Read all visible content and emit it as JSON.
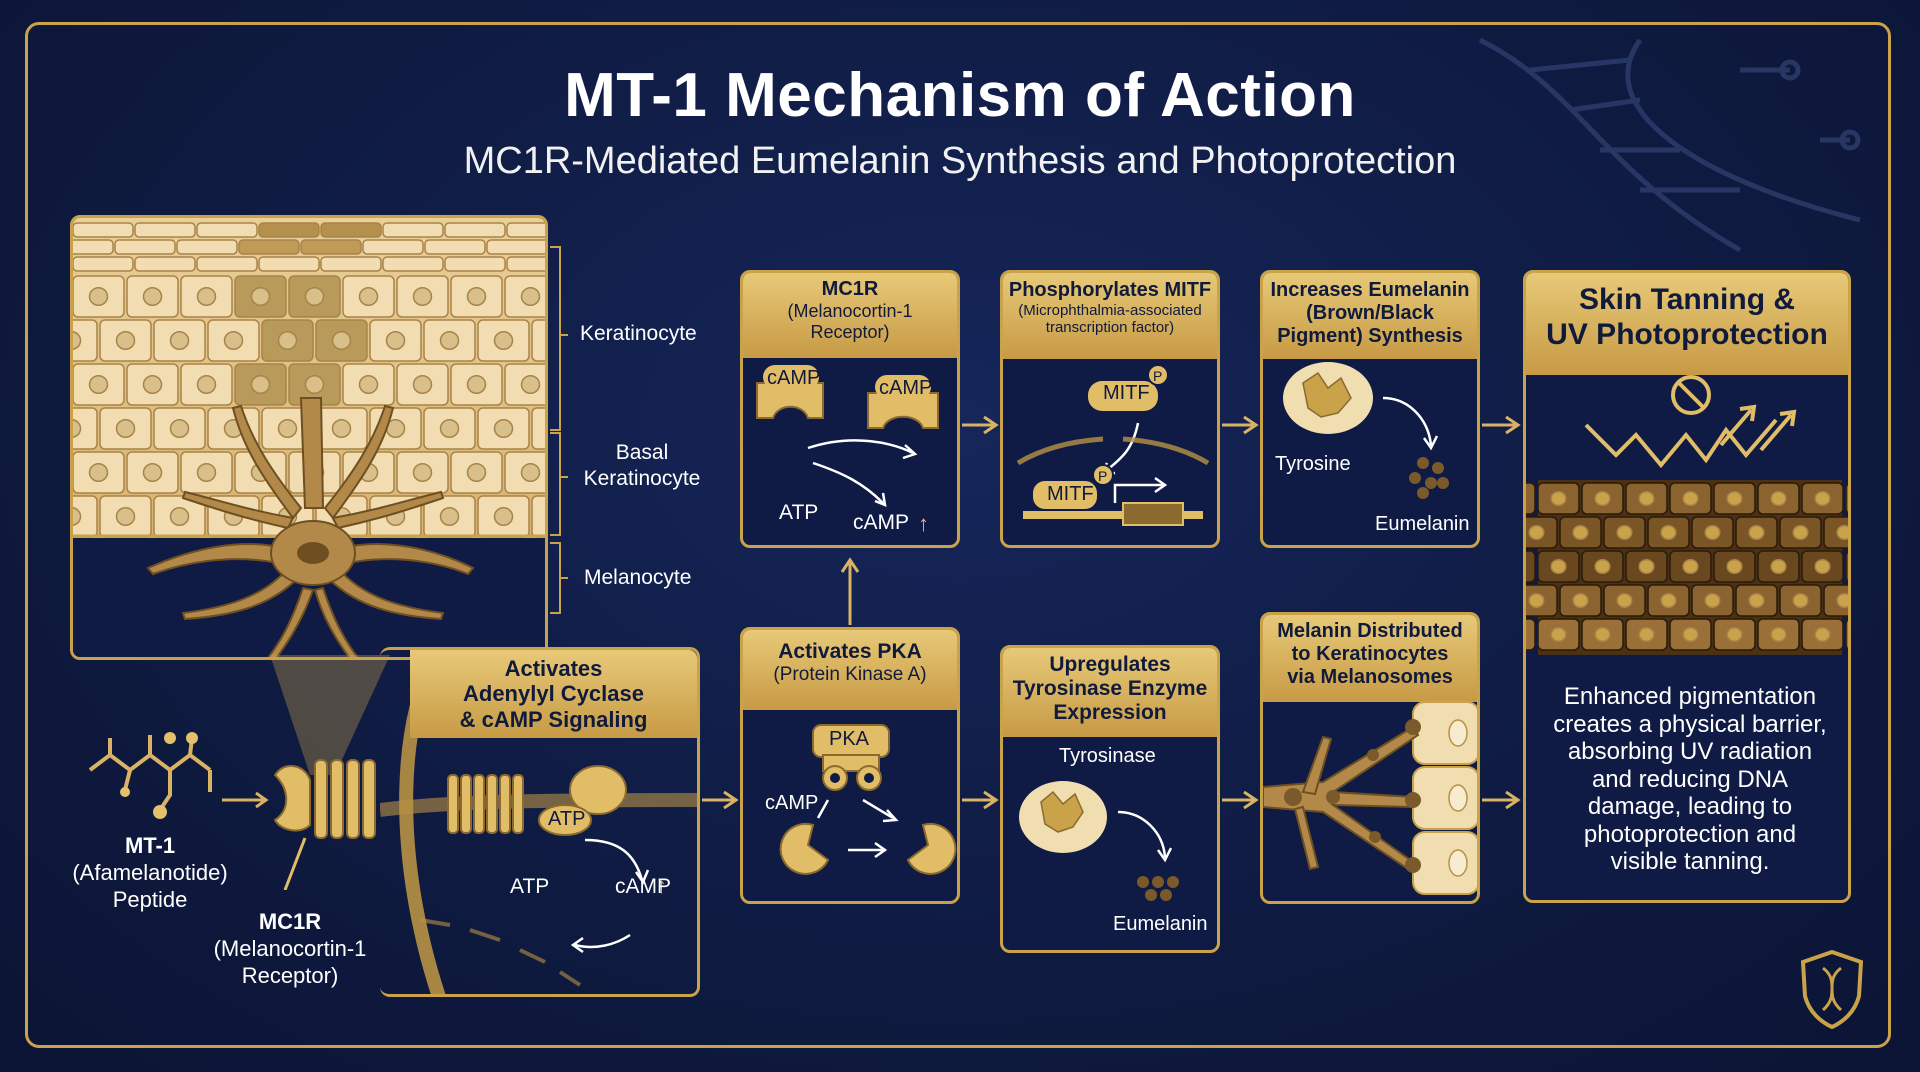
{
  "title": "MT-1 Mechanism of Action",
  "subtitle": "MC1R-Mediated Eumelanin Synthesis and Photoprotection",
  "skin_labels": {
    "keratinocyte": "Keratinocyte",
    "basal_line1": "Basal",
    "basal_line2": "Keratinocyte",
    "melanocyte": "Melanocyte"
  },
  "peptide": {
    "name": "MT-1",
    "line2": "(Afamelanotide)",
    "line3": "Peptide"
  },
  "receptor_label": {
    "name": "MC1R",
    "line2": "(Melanocortin-1",
    "line3": "Receptor)"
  },
  "panel_adenylyl": {
    "title1": "Activates",
    "title2": "Adenylyl Cyclase",
    "title3": "& cAMP Signaling",
    "atp_badge": "ATP",
    "atp": "ATP",
    "camp": "cAMP"
  },
  "panel_mc1r": {
    "title1": "MC1R",
    "title2": "(Melanocortin-1",
    "title3": "Receptor)",
    "camp_a": "cAMP",
    "camp_b": "cAMP",
    "atp": "ATP",
    "camp_up": "cAMP"
  },
  "panel_pka": {
    "title1": "Activates PKA",
    "title2": "(Protein Kinase A)",
    "pka": "PKA",
    "camp": "cAMP"
  },
  "panel_mitf": {
    "title1": "Phosphorylates MITF",
    "title2": "(Microphthalmia-associated",
    "title3": "transcription factor)",
    "mitf_a": "MITF",
    "mitf_b": "MITF",
    "p": "P"
  },
  "panel_tyrosinase": {
    "title1": "Upregulates",
    "title2": "Tyrosinase Enzyme",
    "title3": "Expression",
    "enzyme": "Tyrosinase",
    "product": "Eumelanin"
  },
  "panel_eumelanin": {
    "title1": "Increases Eumelanin",
    "title2": "(Brown/Black",
    "title3": "Pigment) Synthesis",
    "substrate": "Tyrosine",
    "product": "Eumelanin"
  },
  "panel_distributed": {
    "title1": "Melanin Distributed",
    "title2": "to Keratinocytes",
    "title3": "via Melanosomes"
  },
  "panel_result": {
    "title1": "Skin Tanning &",
    "title2": "UV Photoprotection",
    "desc": [
      "Enhanced pigmentation",
      "creates a physical barrier,",
      "absorbing UV radiation",
      "and reducing DNA",
      "damage, leading to",
      "photoprotection and",
      "visible tanning."
    ]
  },
  "colors": {
    "background": "#0f1b42",
    "gold": "#c9a24a",
    "gold_light": "#e7c978",
    "text": "#ffffff"
  }
}
